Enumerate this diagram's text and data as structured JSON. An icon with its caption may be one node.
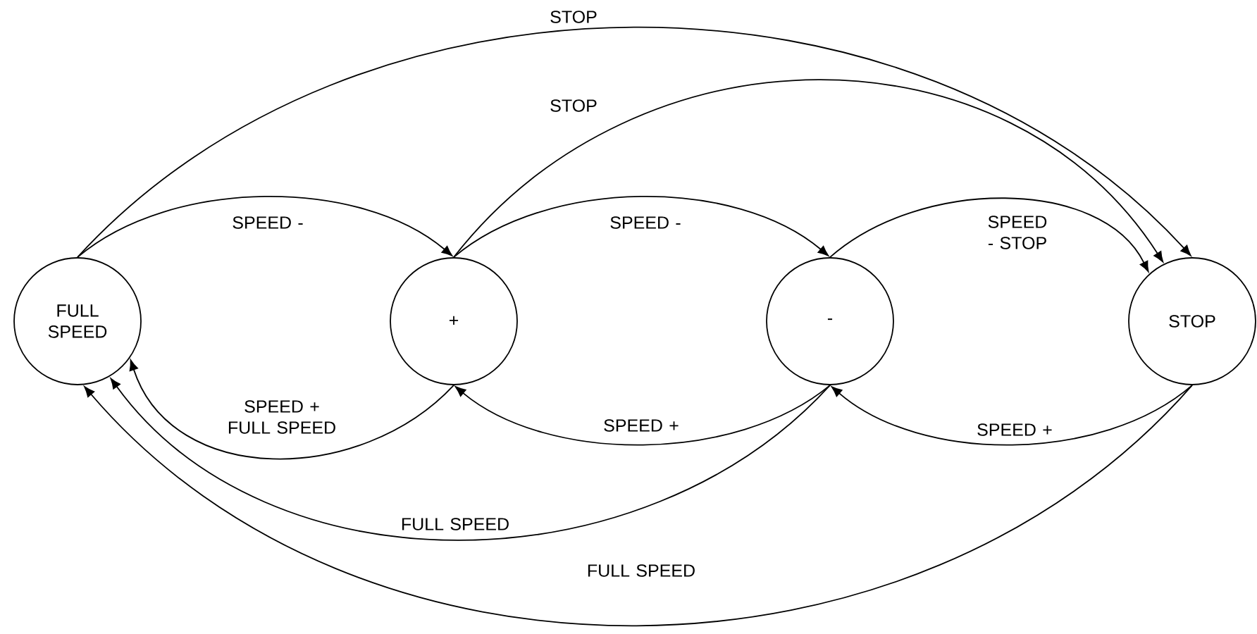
{
  "diagram": {
    "nodes": [
      {
        "text": [
          "FULL SPEED"
        ]
      },
      {
        "text": [
          "+"
        ]
      },
      {
        "text": [
          "-"
        ]
      },
      {
        "text": [
          "STOP"
        ]
      }
    ],
    "edges": [
      {
        "from": 0,
        "to": 3,
        "arrow": "to",
        "label": "STOP"
      },
      {
        "from": 1,
        "to": 3,
        "arrow": "to",
        "label": "STOP"
      },
      {
        "from": 0,
        "to": 1,
        "arrow": "to",
        "label": "SPEED -"
      },
      {
        "from": 1,
        "to": 2,
        "arrow": "to",
        "label": "SPEED -"
      },
      {
        "from": 2,
        "to": 3,
        "arrow": "to",
        "label": "SPEED - STOP"
      },
      {
        "from": 1,
        "to": 0,
        "arrow": "to",
        "label": "SPEED + FULL SPEED"
      },
      {
        "from": 2,
        "to": 1,
        "arrow": "to",
        "label": "SPEED +"
      },
      {
        "from": 3,
        "to": 2,
        "arrow": "to",
        "label": "SPEED +"
      },
      {
        "from": 2,
        "to": 0,
        "arrow": "to",
        "label": "FULL SPEED"
      },
      {
        "from": 3,
        "to": 0,
        "arrow": "to",
        "label": "FULL SPEED"
      }
    ]
  }
}
